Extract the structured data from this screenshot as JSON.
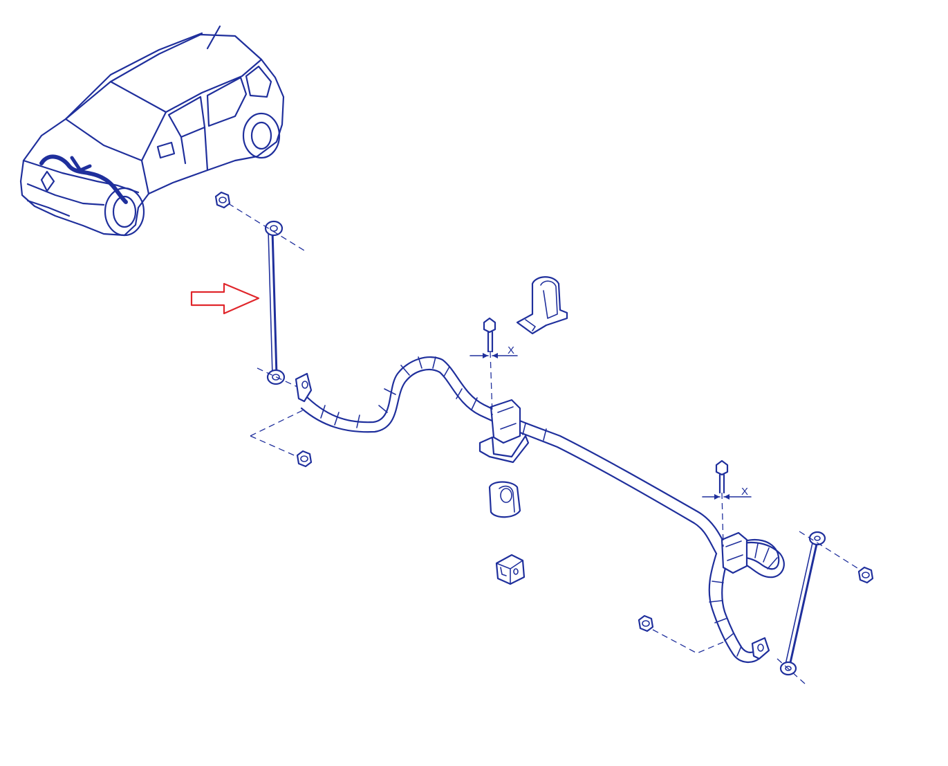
{
  "diagram": {
    "dimension_labels": [
      "X",
      "X"
    ],
    "colors": {
      "line": "#1f2f9c",
      "highlight_arrow": "#e0262b",
      "background": "#ffffff"
    },
    "icons": [
      "car-outline",
      "highlight-arrow"
    ]
  }
}
